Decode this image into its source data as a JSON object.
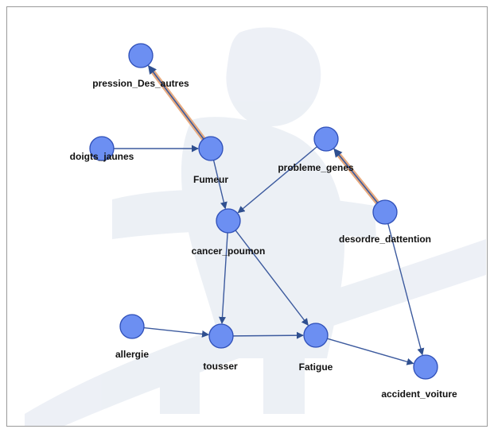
{
  "colors": {
    "node_fill": "#6C8FF2",
    "node_stroke": "#2E4FB8",
    "edge": "#3C5A9E",
    "highlight_edge": "#E5A373",
    "background": "#FFFFFF",
    "border": "#9A9A9A"
  },
  "nodes": [
    {
      "id": "pression_Des_autres",
      "label": "pression_Des_autres"
    },
    {
      "id": "doigts_jaunes",
      "label": "doigts_jaunes"
    },
    {
      "id": "Fumeur",
      "label": "Fumeur"
    },
    {
      "id": "probleme_genes",
      "label": "probleme_genes"
    },
    {
      "id": "cancer_poumon",
      "label": "cancer_poumon"
    },
    {
      "id": "desordre_dattention",
      "label": "desordre_dattention"
    },
    {
      "id": "allergie",
      "label": "allergie"
    },
    {
      "id": "tousser",
      "label": "tousser"
    },
    {
      "id": "Fatigue",
      "label": "Fatigue"
    },
    {
      "id": "accident_voiture",
      "label": "accident_voiture"
    }
  ],
  "edges": [
    {
      "from": "Fumeur",
      "to": "pression_Des_autres",
      "highlight": true
    },
    {
      "from": "doigts_jaunes",
      "to": "Fumeur",
      "highlight": false
    },
    {
      "from": "Fumeur",
      "to": "cancer_poumon",
      "highlight": false
    },
    {
      "from": "probleme_genes",
      "to": "cancer_poumon",
      "highlight": false
    },
    {
      "from": "desordre_dattention",
      "to": "probleme_genes",
      "highlight": true
    },
    {
      "from": "desordre_dattention",
      "to": "accident_voiture",
      "highlight": false
    },
    {
      "from": "cancer_poumon",
      "to": "tousser",
      "highlight": false
    },
    {
      "from": "cancer_poumon",
      "to": "Fatigue",
      "highlight": false
    },
    {
      "from": "allergie",
      "to": "tousser",
      "highlight": false
    },
    {
      "from": "tousser",
      "to": "Fatigue",
      "highlight": false
    },
    {
      "from": "Fatigue",
      "to": "accident_voiture",
      "highlight": false
    }
  ]
}
